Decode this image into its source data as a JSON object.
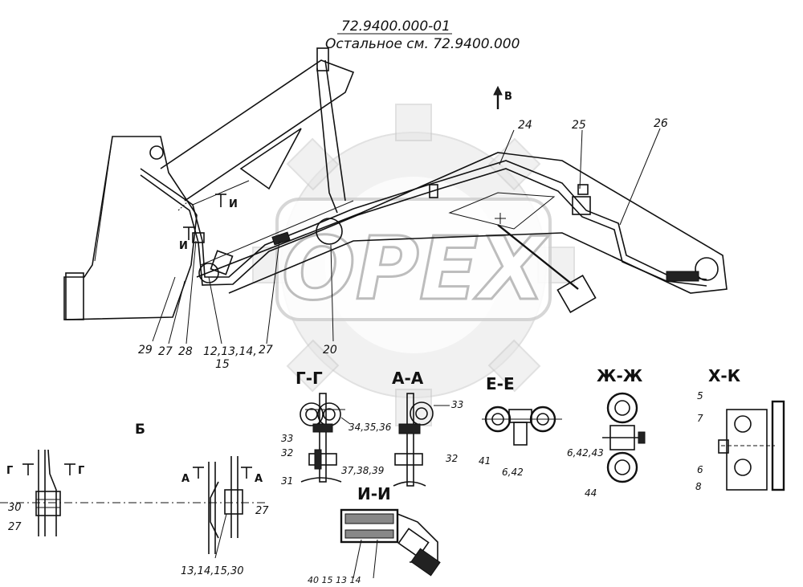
{
  "header": {
    "drawing_number": "72.9400.000-01",
    "note": "Остальное см. 72.9400.000"
  },
  "watermark": {
    "text": "OPEX"
  },
  "view_arrow": {
    "label": "В"
  },
  "main_view": {
    "callouts": {
      "c24": "24",
      "c25": "25",
      "c26": "26",
      "c29": "29",
      "c27a": "27",
      "c28": "28",
      "c12": "12,13,14,",
      "c15": "15",
      "c27b": "27",
      "c20": "20"
    },
    "cut_marks": {
      "i1": "И",
      "i2": "И"
    }
  },
  "sections": {
    "b": {
      "title": "Б",
      "g_left": "Г",
      "g_right": "Г",
      "a_left": "А",
      "a_right": "А",
      "c30a": "30",
      "c27a": "27",
      "c27b": "27",
      "c_bottom": "13,14,15,30"
    },
    "gg": {
      "title": "Г-Г",
      "c34": "34,35,36",
      "c33": "33",
      "c32": "32",
      "c37": "37,38,39",
      "c31": "31"
    },
    "aa": {
      "title": "А-А",
      "c33": "33",
      "c32": "32"
    },
    "ee": {
      "title": "Е-Е",
      "c41": "41",
      "c642": "6,42"
    },
    "zz": {
      "title": "Ж-Ж",
      "c64243": "6,42,43",
      "c44": "44"
    },
    "xk": {
      "title": "Х-К",
      "c5": "5",
      "c7": "7",
      "c6": "6",
      "c8": "8"
    },
    "ii": {
      "title": "И-И",
      "c_bottom": "40  15  13 14"
    }
  },
  "colors": {
    "ink": "#111111",
    "watermark": "#e6e6e6"
  }
}
